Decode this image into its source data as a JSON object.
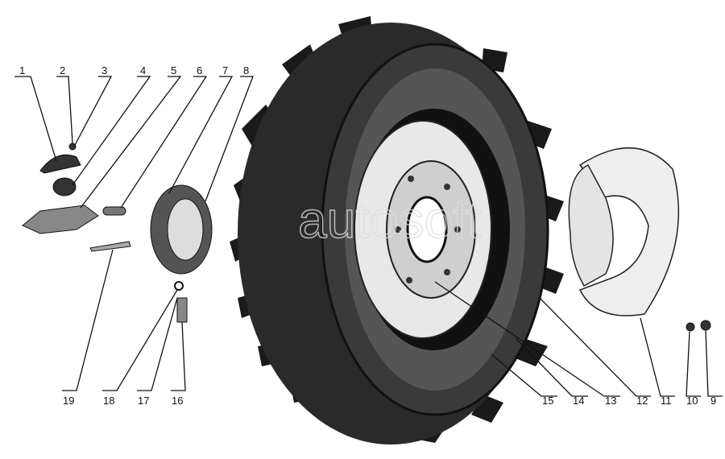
{
  "title": "Wheel assembly exploded view",
  "watermark": "autosoft",
  "callouts": {
    "c1": "1",
    "c2": "2",
    "c3": "3",
    "c4": "4",
    "c5": "5",
    "c6": "6",
    "c7": "7",
    "c8": "8",
    "c9": "9",
    "c10": "10",
    "c11": "11",
    "c12": "12",
    "c13": "13",
    "c14": "14",
    "c15": "15",
    "c16": "16",
    "c17": "17",
    "c18": "18",
    "c19": "19"
  }
}
